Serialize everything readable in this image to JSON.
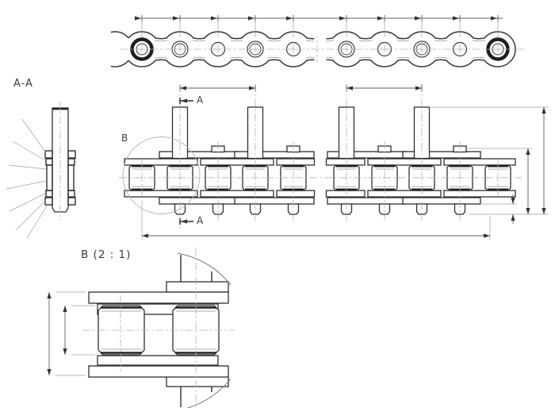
{
  "drawing": {
    "background": "#ffffff",
    "line_color": "#2f2f2f",
    "thin_line_color": "#9a9a9a",
    "centerline_color": "#ababab"
  },
  "section_view": {
    "label": "A-A"
  },
  "side_view": {
    "detail_marker_label": "B",
    "section_cut_label_top": "A",
    "section_cut_label_bottom": "A"
  },
  "detail_view": {
    "label": "B (2 : 1)"
  }
}
